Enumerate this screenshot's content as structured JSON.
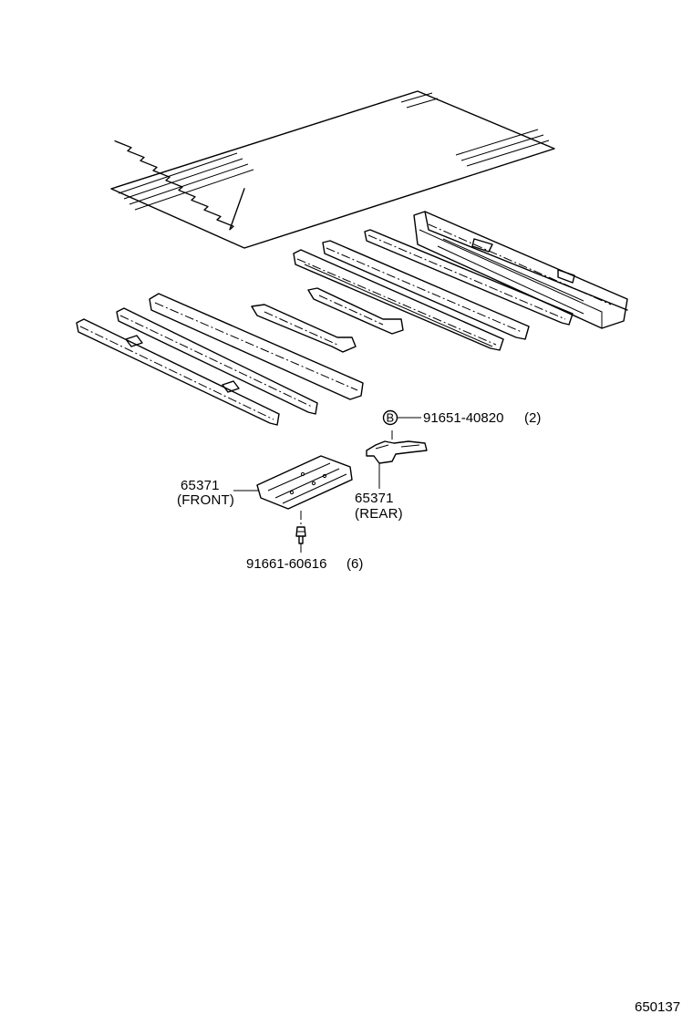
{
  "callouts": {
    "bolt_b": {
      "marker": "B",
      "part_number": "91651-40820",
      "qty": "(2)"
    },
    "bracket_front": {
      "part_number": "65371",
      "note": "(FRONT)"
    },
    "bracket_rear": {
      "part_number": "65371",
      "note": "(REAR)"
    },
    "bolt_lower": {
      "part_number": "91661-60616",
      "qty": "(6)"
    }
  },
  "figure_code": "650137"
}
